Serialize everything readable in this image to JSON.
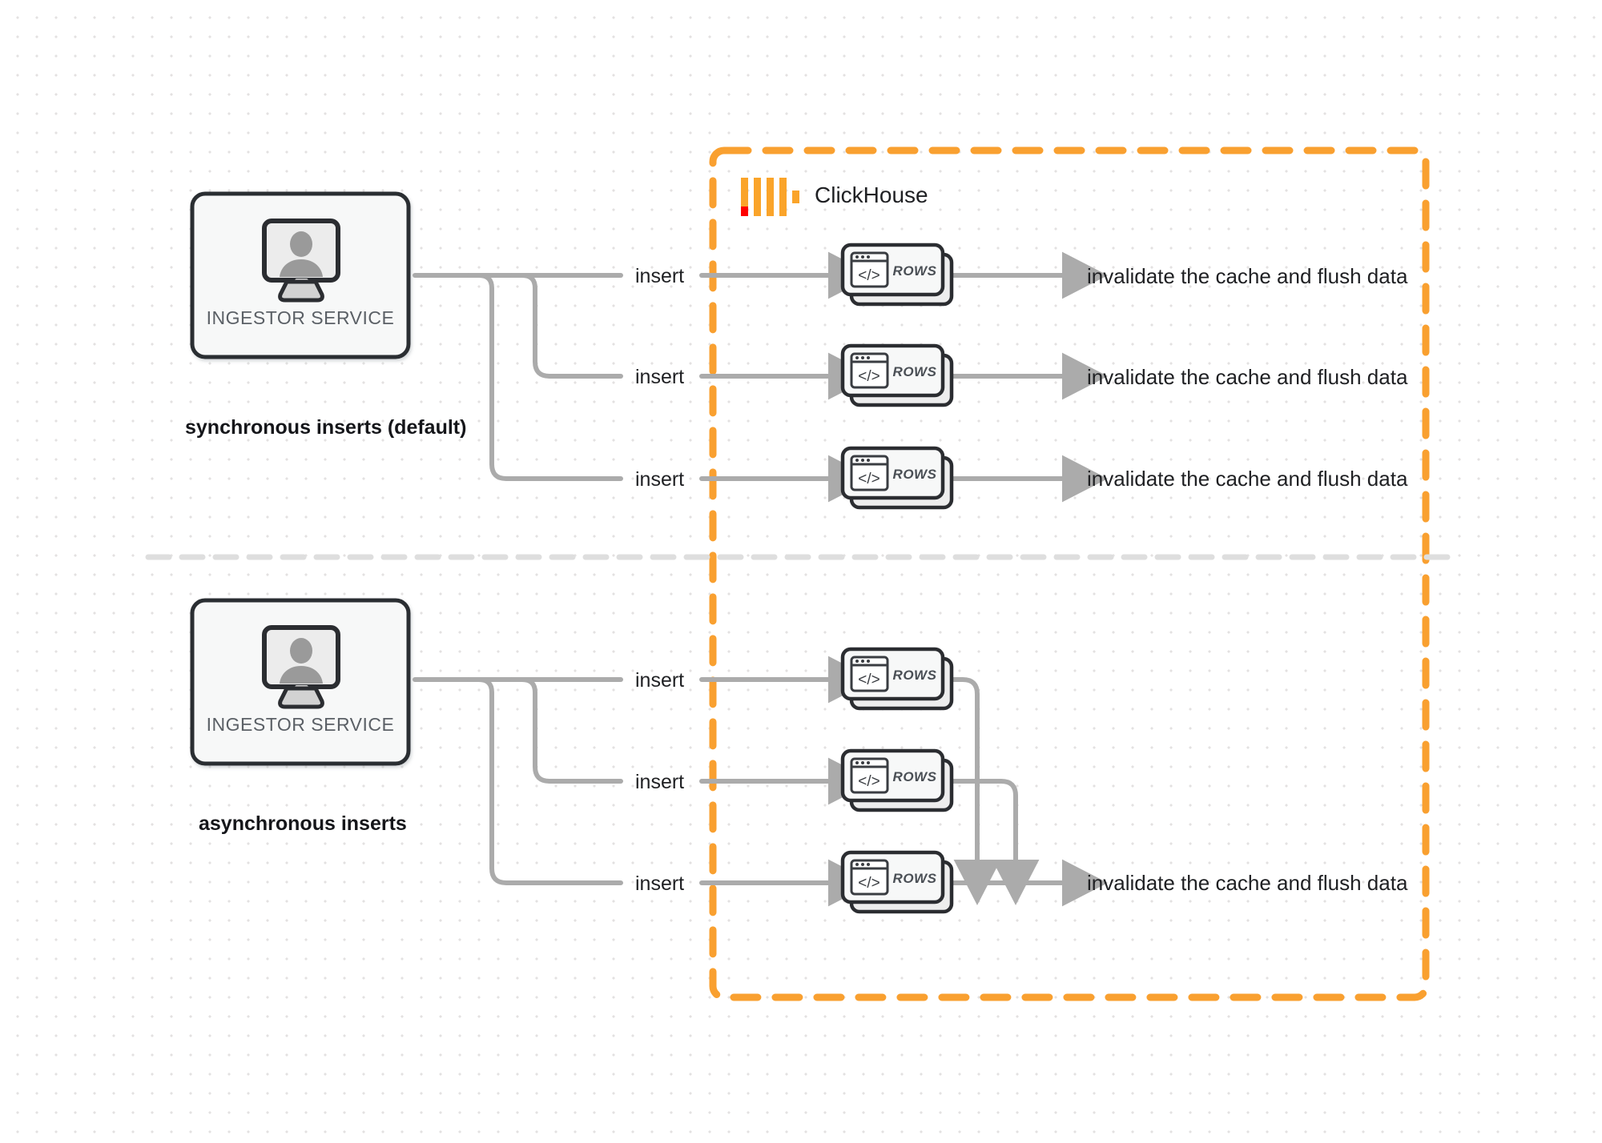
{
  "diagram": {
    "title": "ClickHouse synchronous vs asynchronous inserts",
    "colors": {
      "accent_orange": "#F9A030",
      "logo_red": "#FF0000",
      "connector_gray": "#ABABAB",
      "node_border": "#2B2D31",
      "node_fill": "#F7F8F8",
      "text_dark": "#1F2023",
      "background": "#FFFFFF",
      "dot_grid": "#E3E1E1",
      "divider_gray": "#DEDEDE"
    },
    "boundary": {
      "label": "ClickHouse",
      "logo_name": "clickhouse-logo",
      "style": "dashed"
    },
    "sections": [
      {
        "id": "synchronous",
        "label": "synchronous inserts (default)",
        "source": {
          "label": "INGESTOR SERVICE",
          "icon": "monitor-user-icon"
        },
        "edges": [
          {
            "label": "insert"
          },
          {
            "label": "insert"
          },
          {
            "label": "insert"
          }
        ],
        "nodes": [
          {
            "label": "ROWS",
            "icon": "code-window-icon"
          },
          {
            "label": "ROWS",
            "icon": "code-window-icon"
          },
          {
            "label": "ROWS",
            "icon": "code-window-icon"
          }
        ],
        "outputs": [
          {
            "label": "invalidate the cache and flush data"
          },
          {
            "label": "invalidate the cache and flush data"
          },
          {
            "label": "invalidate the cache and flush data"
          }
        ]
      },
      {
        "id": "asynchronous",
        "label": "asynchronous inserts",
        "source": {
          "label": "INGESTOR SERVICE",
          "icon": "monitor-user-icon"
        },
        "edges": [
          {
            "label": "insert"
          },
          {
            "label": "insert"
          },
          {
            "label": "insert"
          }
        ],
        "nodes": [
          {
            "label": "ROWS",
            "icon": "code-window-icon"
          },
          {
            "label": "ROWS",
            "icon": "code-window-icon"
          },
          {
            "label": "ROWS",
            "icon": "code-window-icon"
          }
        ],
        "outputs": [
          {
            "label": "invalidate the cache and flush data"
          }
        ]
      }
    ]
  }
}
